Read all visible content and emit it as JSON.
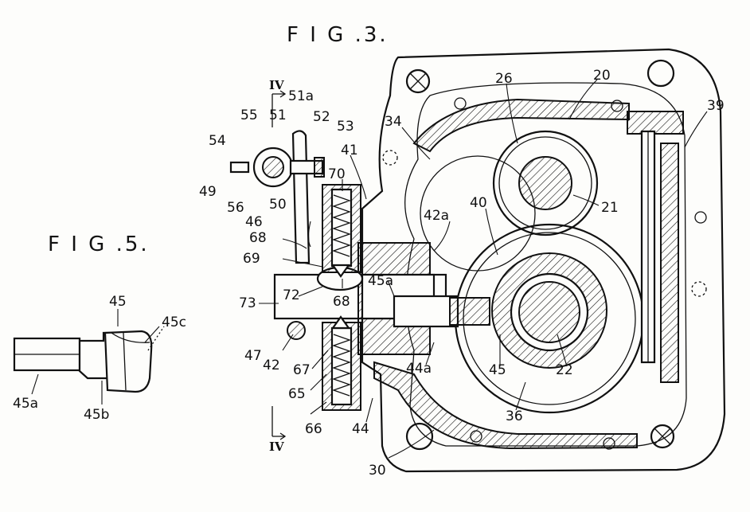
{
  "figures": {
    "fig3_title": "F I G .3.",
    "fig5_title": "F I G .5."
  },
  "section_marks": {
    "top": "IV",
    "bottom": "IV"
  },
  "fig3_labels": {
    "l20": "20",
    "l26": "26",
    "l39": "39",
    "l34": "34",
    "l41": "41",
    "l21": "21",
    "l40": "40",
    "l42a": "42a",
    "l70": "70",
    "l55": "55",
    "l51": "51",
    "l51a": "51a",
    "l52": "52",
    "l53": "53",
    "l54": "54",
    "l49": "49",
    "l56": "56",
    "l50": "50",
    "l46": "46",
    "l68a": "68",
    "l69": "69",
    "l72": "72",
    "l68b": "68",
    "l45a": "45a",
    "l73": "73",
    "l47": "47",
    "l42": "42",
    "l67": "67",
    "l65": "65",
    "l66": "66",
    "l44": "44",
    "l44a": "44a",
    "l45": "45",
    "l22": "22",
    "l36": "36",
    "l30": "30"
  },
  "fig5_labels": {
    "l45": "45",
    "l45c": "45c",
    "l45a": "45a",
    "l45b": "45b"
  }
}
